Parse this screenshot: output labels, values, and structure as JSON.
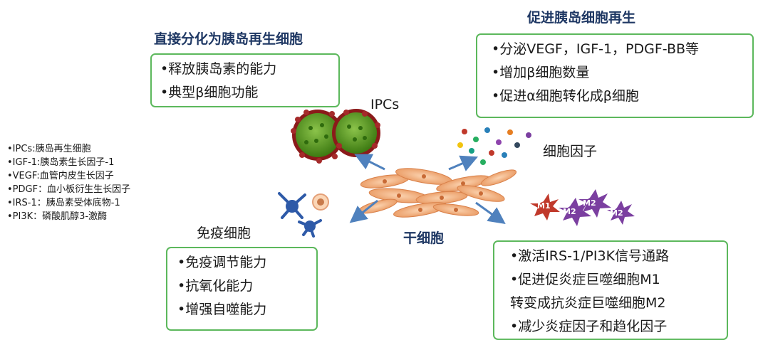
{
  "top_left": {
    "title": "直接分化为胰岛再生细胞",
    "items": [
      "•释放胰岛素的能力",
      "•典型β细胞功能"
    ]
  },
  "top_right": {
    "title": "促进胰岛细胞再生",
    "items": [
      "•分泌VEGF，IGF-1，PDGF-BB等",
      "•增加β细胞数量",
      "•促进α细胞转化成β细胞"
    ]
  },
  "bottom_left": {
    "label": "免疫细胞",
    "items": [
      "•免疫调节能力",
      "•抗氧化能力",
      "•增强自噬能力"
    ]
  },
  "bottom_right": {
    "items": [
      "•激活IRS-1/PI3K信号通路",
      "•促进促炎症巨噬细胞M1",
      "转变成抗炎症巨噬细胞M2",
      "•减少炎症因子和趋化因子"
    ]
  },
  "labels": {
    "ipcs": "IPCs",
    "cytokines": "细胞因子",
    "stem_cell": "干细胞",
    "m1": "M1",
    "m2": "M2"
  },
  "legend": [
    "•IPCs:胰岛再生细胞",
    "•IGF-1:胰岛素生长因子-1",
    "•VEGF:血管内皮生长因子",
    "•PDGF：血小板衍生生长因子",
    "•IRS-1：胰岛素受体底物-1",
    "•PI3K：磷酸肌醇3-激酶"
  ],
  "colors": {
    "box_border": "#5cb85c",
    "title": "#1f3864",
    "arrow": "#4f81bd",
    "ipc_green": "#4e8f1e",
    "ipc_red": "#8b1a1a",
    "stem": "#f2b48a",
    "macrophage": "#7b3fa0",
    "m1": "#c0392b",
    "immune": "#2e5aa8"
  }
}
